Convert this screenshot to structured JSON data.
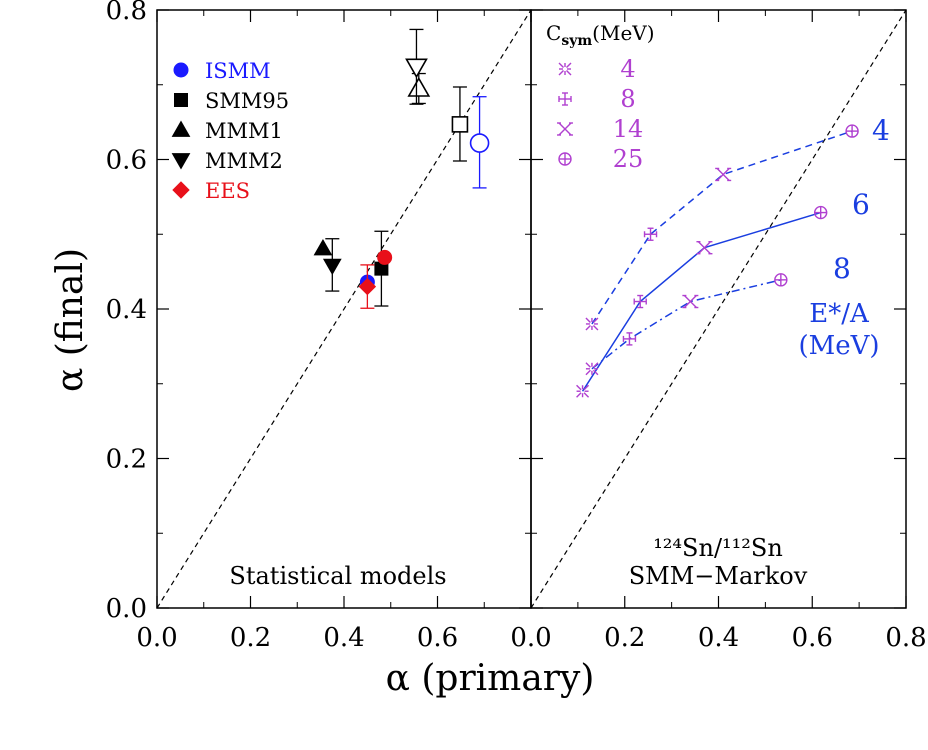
{
  "figure": {
    "xlabel": "α (primary)",
    "ylabel": "α (final)"
  },
  "chart_data": [
    {
      "type": "scatter",
      "panel": "left",
      "annotation": "Statistical models",
      "xlim": [
        0,
        0.8
      ],
      "ylim": [
        0,
        0.8
      ],
      "xticks": [
        "0.0",
        "0.2",
        "0.4",
        "0.6"
      ],
      "yticks": [
        "0.0",
        "0.2",
        "0.4",
        "0.6",
        "0.8"
      ],
      "diagonal": true,
      "legend_placement": "top-left",
      "legend": [
        {
          "label": "ISMM",
          "marker": "circle",
          "color": "#1a1aff"
        },
        {
          "label": "SMM95",
          "marker": "square",
          "color": "#000000"
        },
        {
          "label": "MMM1",
          "marker": "triangle-up",
          "color": "#000000"
        },
        {
          "label": "MMM2",
          "marker": "triangle-down",
          "color": "#000000"
        },
        {
          "label": "EES",
          "marker": "diamond",
          "color": "#e8101a"
        }
      ],
      "series": [
        {
          "name": "ISMM",
          "points": [
            {
              "x": 0.45,
              "y": 0.436,
              "filled": true,
              "marker": "circle",
              "color": "#1a1aff"
            },
            {
              "x": 0.69,
              "y": 0.622,
              "filled": false,
              "marker": "circle",
              "color": "#1a1aff",
              "err": [
                0.562,
                0.684
              ]
            }
          ]
        },
        {
          "name": "SMM95",
          "points": [
            {
              "x": 0.48,
              "y": 0.454,
              "filled": true,
              "marker": "square",
              "color": "#000000",
              "err": [
                0.404,
                0.504
              ]
            },
            {
              "x": 0.648,
              "y": 0.647,
              "filled": false,
              "marker": "square",
              "color": "#000000",
              "err": [
                0.598,
                0.697
              ]
            }
          ]
        },
        {
          "name": "MMM1",
          "points": [
            {
              "x": 0.355,
              "y": 0.481,
              "filled": true,
              "marker": "triangle-up",
              "color": "#000000"
            },
            {
              "x": 0.56,
              "y": 0.695,
              "filled": false,
              "marker": "triangle-up",
              "color": "#000000",
              "err": [
                0.675,
                0.715
              ]
            }
          ]
        },
        {
          "name": "MMM2",
          "points": [
            {
              "x": 0.375,
              "y": 0.458,
              "filled": true,
              "marker": "triangle-down",
              "color": "#000000",
              "err": [
                0.424,
                0.494
              ]
            },
            {
              "x": 0.555,
              "y": 0.724,
              "filled": false,
              "marker": "triangle-down",
              "color": "#000000",
              "err": [
                0.674,
                0.774
              ]
            }
          ]
        },
        {
          "name": "EES",
          "points": [
            {
              "x": 0.45,
              "y": 0.43,
              "filled": true,
              "marker": "diamond",
              "color": "#e8101a",
              "err": [
                0.401,
                0.459
              ]
            },
            {
              "x": 0.487,
              "y": 0.469,
              "filled": true,
              "marker": "circle",
              "color": "#e8101a"
            }
          ]
        }
      ]
    },
    {
      "type": "line",
      "panel": "right",
      "annotation_line1": "¹²⁴Sn/¹¹²Sn",
      "annotation_line2": "SMM−Markov",
      "xlim": [
        0,
        0.8
      ],
      "ylim": [
        0,
        0.8
      ],
      "xticks": [
        "0.0",
        "0.2",
        "0.4",
        "0.6",
        "0.8"
      ],
      "diagonal": true,
      "csym_legend": {
        "title": "C",
        "title_sub": "sym",
        "title_unit": "(MeV)",
        "placement": "top-left",
        "color": "#b040d0",
        "entries": [
          {
            "value": "4",
            "marker": "asterisk"
          },
          {
            "value": "8",
            "marker": "plus-bar"
          },
          {
            "value": "14",
            "marker": "cross"
          },
          {
            "value": "25",
            "marker": "circle-plus"
          }
        ]
      },
      "energy_title_line1": "E*/A",
      "energy_title_line2": "(MeV)",
      "line_color": "#1a3ee0",
      "marker_color": "#b040d0",
      "series": [
        {
          "name": "4",
          "dash": "dashed",
          "points": [
            {
              "x": 0.13,
              "y": 0.38,
              "marker": "asterisk"
            },
            {
              "x": 0.255,
              "y": 0.5,
              "marker": "plus-bar"
            },
            {
              "x": 0.41,
              "y": 0.58,
              "marker": "cross"
            },
            {
              "x": 0.685,
              "y": 0.638,
              "marker": "circle-plus"
            }
          ]
        },
        {
          "name": "6",
          "dash": "solid",
          "points": [
            {
              "x": 0.11,
              "y": 0.29,
              "marker": "asterisk"
            },
            {
              "x": 0.233,
              "y": 0.41,
              "marker": "plus-bar"
            },
            {
              "x": 0.37,
              "y": 0.482,
              "marker": "cross"
            },
            {
              "x": 0.618,
              "y": 0.529,
              "marker": "circle-plus"
            }
          ]
        },
        {
          "name": "8",
          "dash": "dashdot",
          "points": [
            {
              "x": 0.13,
              "y": 0.32,
              "marker": "asterisk"
            },
            {
              "x": 0.21,
              "y": 0.36,
              "marker": "plus-bar"
            },
            {
              "x": 0.34,
              "y": 0.41,
              "marker": "cross"
            },
            {
              "x": 0.533,
              "y": 0.439,
              "marker": "circle-plus"
            }
          ]
        }
      ]
    }
  ]
}
